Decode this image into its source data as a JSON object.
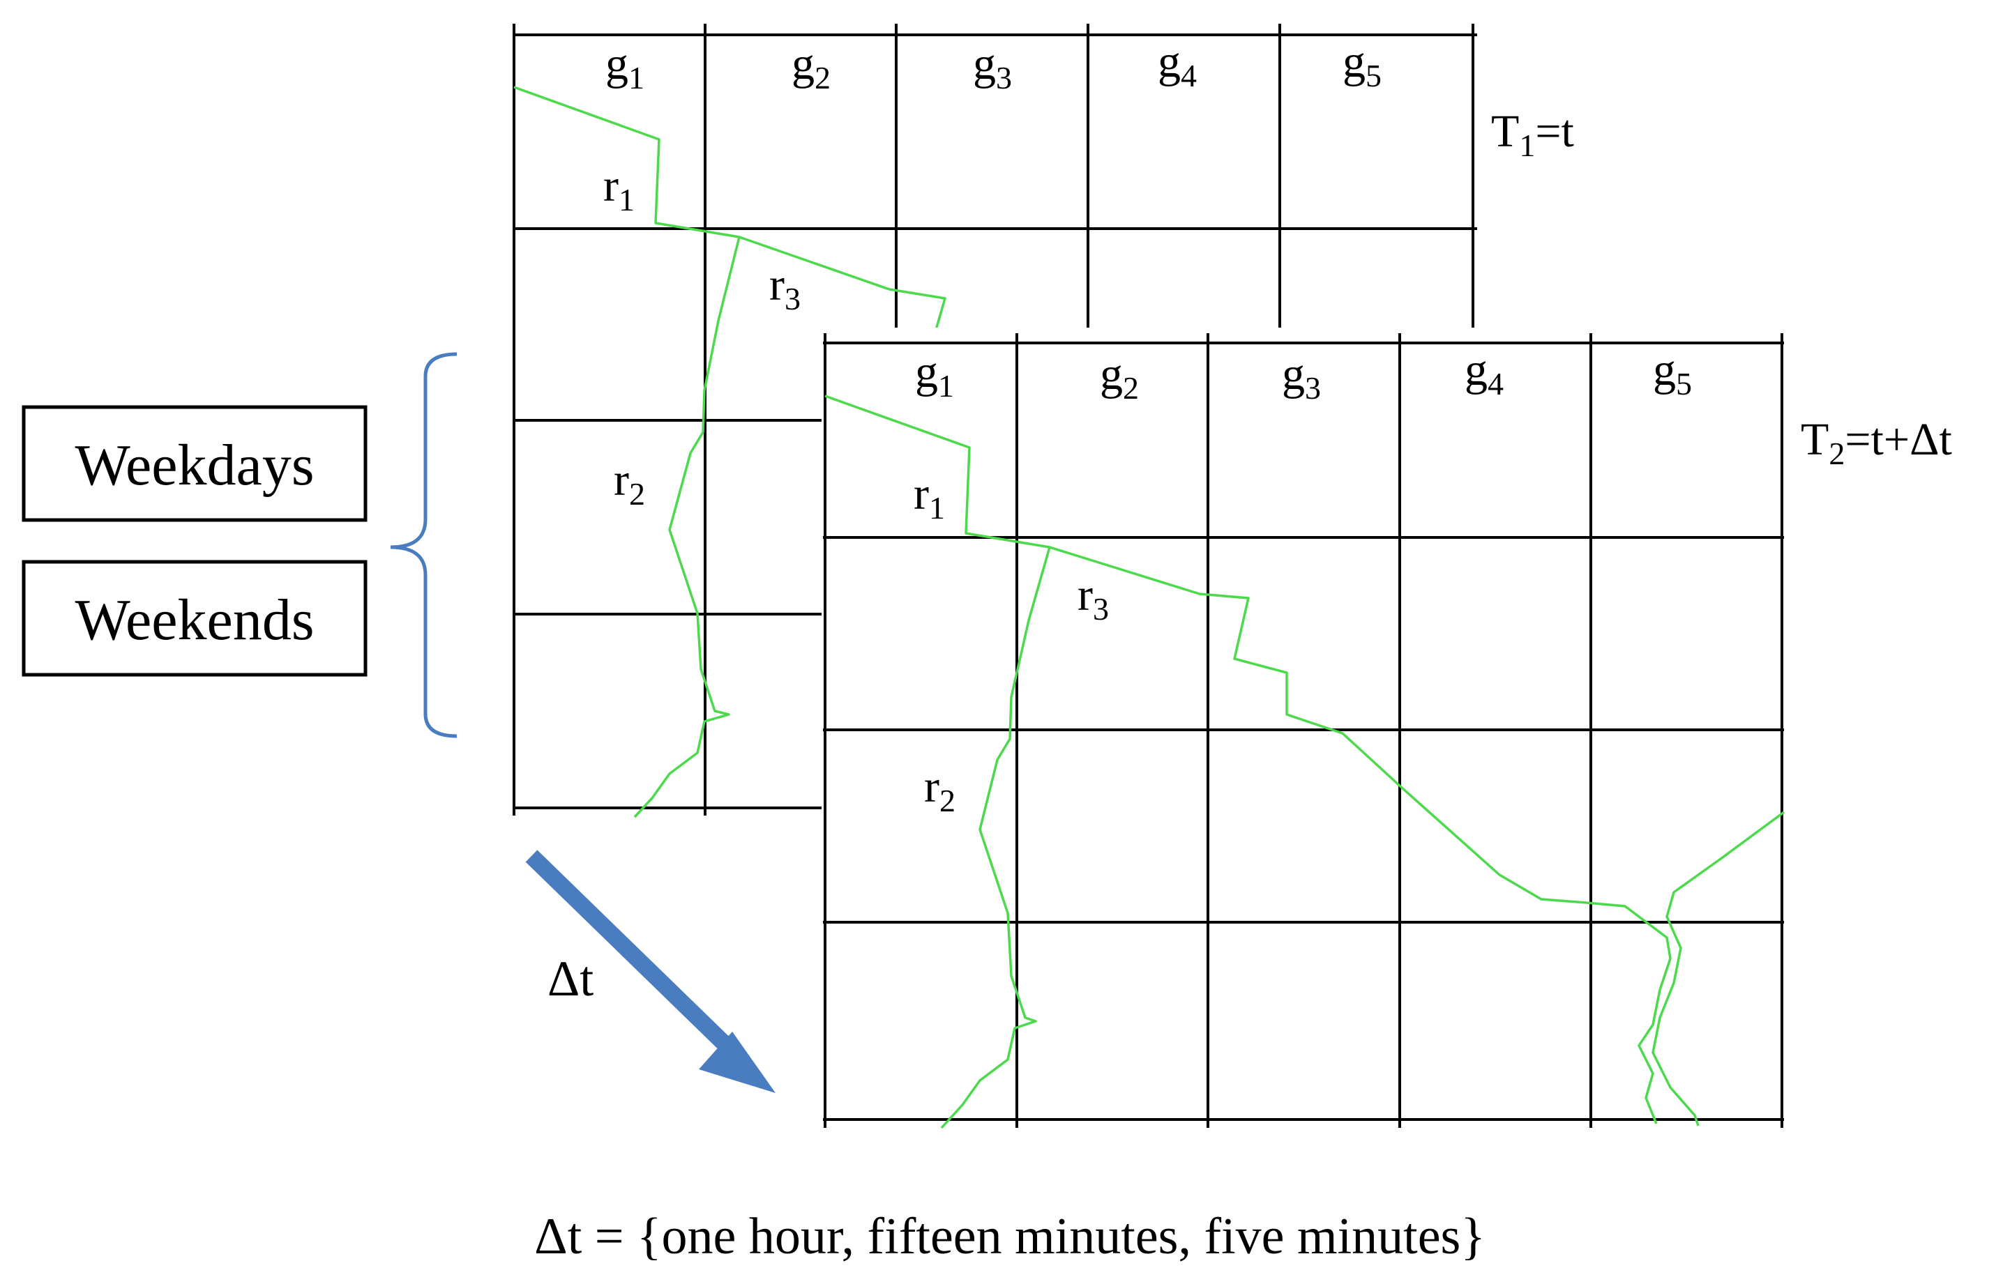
{
  "frames": [
    {
      "time_label": "T",
      "time_sub": "1",
      "time_rest": "=t",
      "columns": [
        {
          "base": "g",
          "sub": "1"
        },
        {
          "base": "g",
          "sub": "2"
        },
        {
          "base": "g",
          "sub": "3"
        },
        {
          "base": "g",
          "sub": "4"
        },
        {
          "base": "g",
          "sub": "5"
        }
      ],
      "roads": [
        {
          "base": "r",
          "sub": "1"
        },
        {
          "base": "r",
          "sub": "2"
        },
        {
          "base": "r",
          "sub": "3"
        }
      ]
    },
    {
      "time_label": "T",
      "time_sub": "2",
      "time_rest": "=t+Δt",
      "columns": [
        {
          "base": "g",
          "sub": "1"
        },
        {
          "base": "g",
          "sub": "2"
        },
        {
          "base": "g",
          "sub": "3"
        },
        {
          "base": "g",
          "sub": "4"
        },
        {
          "base": "g",
          "sub": "5"
        }
      ],
      "roads": [
        {
          "base": "r",
          "sub": "1"
        },
        {
          "base": "r",
          "sub": "2"
        },
        {
          "base": "r",
          "sub": "3"
        }
      ]
    }
  ],
  "day_types": [
    "Weekdays",
    "Weekends"
  ],
  "arrow_label": "Δt",
  "caption": "Δt = {one hour, fifteen minutes, five minutes}",
  "colors": {
    "grid": "#000000",
    "road": "#4cd94c",
    "arrow": "#4a7cc0",
    "brace": "#4a7cc0"
  }
}
